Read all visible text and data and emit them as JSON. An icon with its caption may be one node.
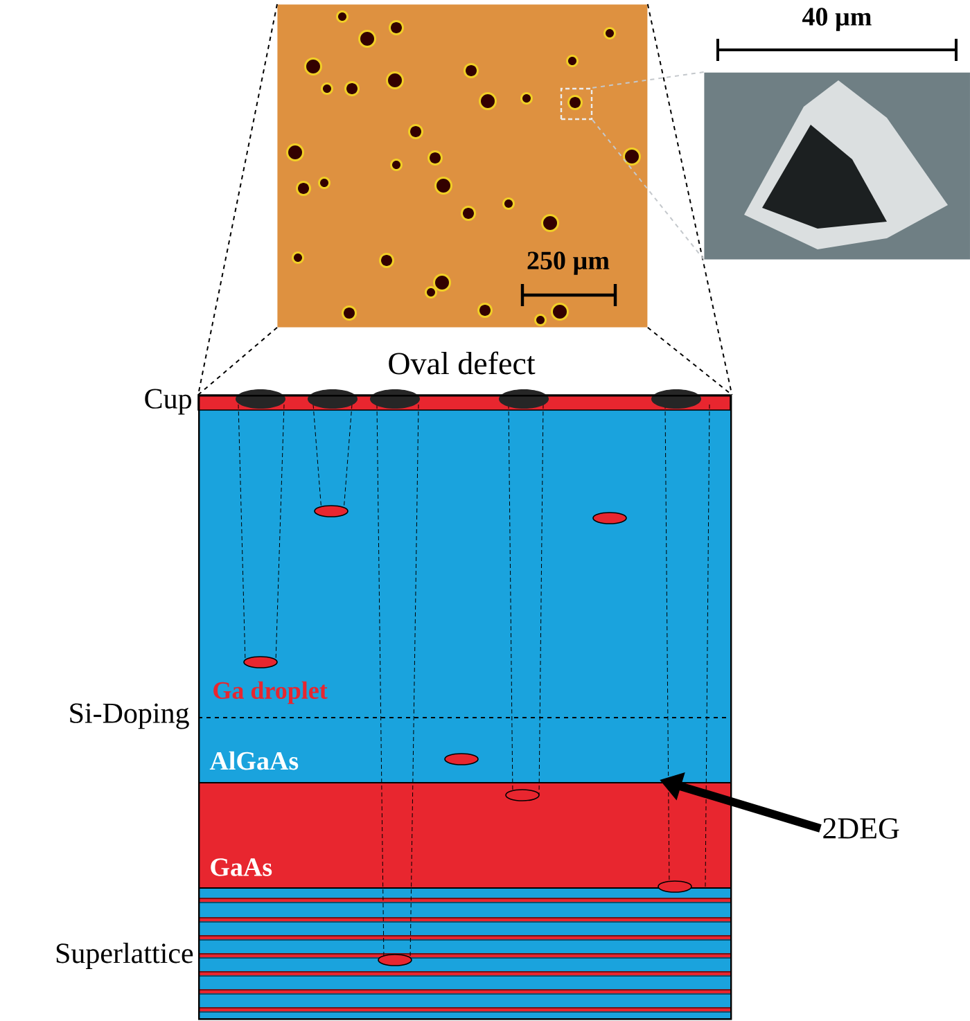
{
  "diagram": {
    "nodes": [
      {
        "text": [],
        "shape": "picture"
      },
      {
        "text": [],
        "shape": "box",
        "in": 0
      },
      {
        "text": [],
        "shape": "picture"
      },
      {
        "text": [],
        "shape": "box"
      },
      {
        "text": [
          "2DEG"
        ]
      }
    ],
    "edges": [
      {
        "from": 0,
        "to": 3,
        "arrow": "none",
        "style": "dashed"
      },
      {
        "from": 0,
        "to": 3,
        "arrow": "none",
        "style": "dashed"
      },
      {
        "from": 0,
        "to": 3,
        "arrow": "none",
        "style": "dashed"
      },
      {
        "from": 0,
        "to": 3,
        "arrow": "none",
        "style": "dashed"
      },
      {
        "from": 1,
        "to": 2,
        "arrow": "none",
        "style": "dashed",
        "color": "#c4c8cc"
      },
      {
        "from": 1,
        "to": 2,
        "arrow": "none",
        "style": "dashed",
        "color": "#c4c8cc"
      },
      {
        "from": 4,
        "to": 3,
        "arrow": "to",
        "style": "thick"
      }
    ],
    "labels": [
      "40 µm",
      "250 µm",
      "Oval defect",
      "Cup",
      "Ga droplet",
      "Si-Doping",
      "AlGaAs",
      "GaAs",
      "Superlattice"
    ]
  }
}
